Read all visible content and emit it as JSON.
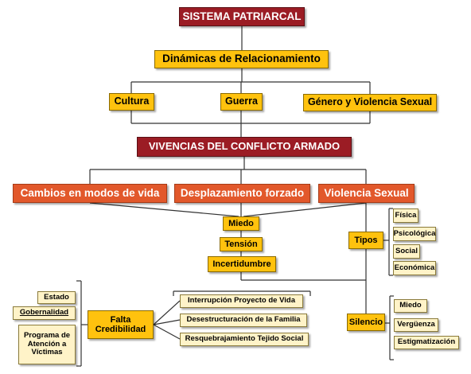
{
  "title": "SISTEMA PATRIARCAL",
  "dynamics": "Dinámicas de Relacionamiento",
  "factors": [
    "Cultura",
    "Guerra",
    "Género y Violencia Sexual"
  ],
  "experiences": "VIVENCIAS DEL CONFLICTO ARMADO",
  "impacts": [
    "Cambios en modos de vida",
    "Desplazamiento forzado",
    "Violencia Sexual"
  ],
  "effects": [
    "Miedo",
    "Tensión",
    "Incertidumbre"
  ],
  "types": {
    "label": "Tipos",
    "items": [
      "Física",
      "Psicológica",
      "Social",
      "Económica"
    ]
  },
  "credibility": {
    "label": "Falta Credibilidad",
    "left": [
      "Estado",
      "Gobernalidad",
      "Programa de Atención a Víctimas"
    ],
    "right": [
      "Interrupción Proyecto de Vida",
      "Desestructuración de la Familia",
      "Resquebrajamiento Tejido Social"
    ]
  },
  "silence": {
    "label": "Silencio",
    "items": [
      "Miedo",
      "Vergüenza",
      "Estigmatización"
    ]
  },
  "colors": {
    "dark_red": "#9b1c24",
    "orange": "#e2582b",
    "yellow": "#ffc20e",
    "pale_yellow": "#fff3c8"
  }
}
